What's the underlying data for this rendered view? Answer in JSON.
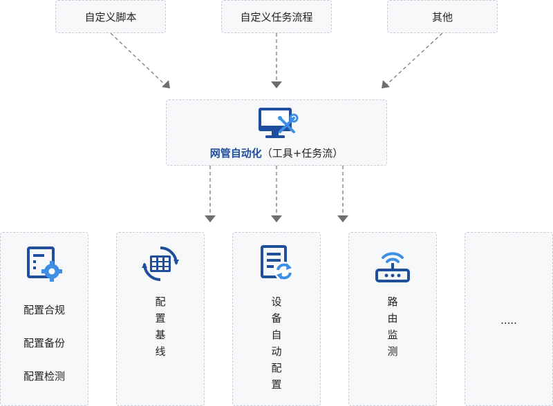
{
  "sources": [
    {
      "label": "自定义脚本"
    },
    {
      "label": "自定义任务流程"
    },
    {
      "label": "其他"
    }
  ],
  "hub": {
    "title_bold": "网管自动化",
    "title_rest": "（工具+任务流）"
  },
  "outputs": [
    {
      "items": [
        "配置合规",
        "配置备份",
        "配置检测"
      ]
    },
    {
      "chars": [
        "配",
        "置",
        "基",
        "线"
      ]
    },
    {
      "chars": [
        "设",
        "备",
        "自",
        "动",
        "配",
        "置"
      ]
    },
    {
      "chars": [
        "路",
        "由",
        "监",
        "测"
      ]
    },
    {
      "ellipsis": "....."
    }
  ],
  "colors": {
    "accent_blue": "#1f4f9c",
    "icon_light_blue": "#3d8fe6",
    "arrow_gray": "#7a7a7a",
    "box_fill": "#f7f8fa",
    "box_border": "#c9cdd4"
  },
  "icons": [
    "monitor-tools-icon",
    "config-gear-icon",
    "baseline-cycle-icon",
    "document-sync-icon",
    "router-wifi-icon"
  ]
}
